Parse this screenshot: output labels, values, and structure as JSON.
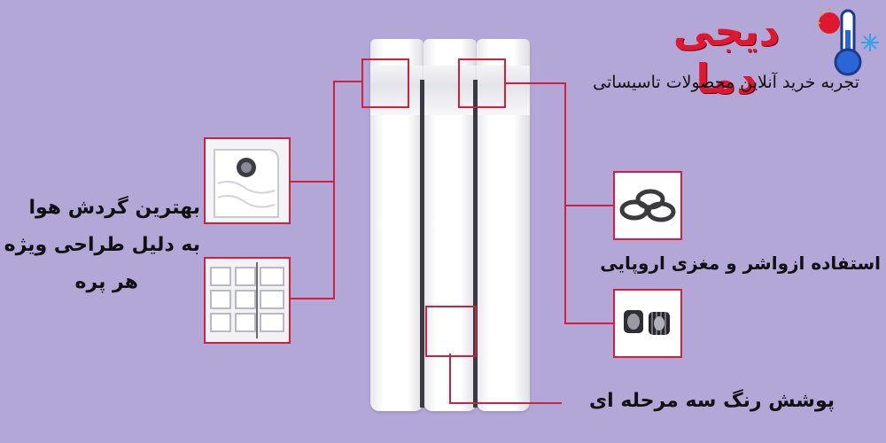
{
  "logo": {
    "title": "دیجی دما",
    "subtitle": "تجربه خرید آنلاین محصولات تاسیساتی"
  },
  "features": {
    "airflow_line1": "بهترین گردش هوا",
    "airflow_line2": "به دلیل طراحی ویژه",
    "airflow_line3": "هر پره",
    "gaskets": "استفاده ازواشر و مغزی اروپایی",
    "paint": "پوشش رنگ سه مرحله ای"
  },
  "colors": {
    "background": "#b3a7d8",
    "accent_red": "#d0203f",
    "radiator_white": "#ffffff"
  }
}
